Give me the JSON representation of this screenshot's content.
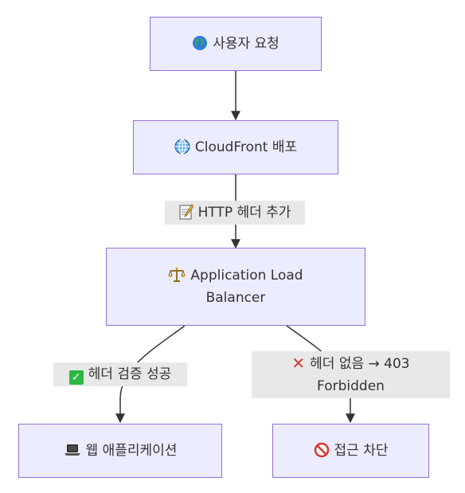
{
  "nodes": {
    "user_request": {
      "icon": "globe-icon",
      "label": "사용자 요청"
    },
    "cloudfront": {
      "icon": "globe-grid-icon",
      "label": "CloudFront 배포"
    },
    "alb": {
      "icon": "scales-icon",
      "label_line1": "Application Load",
      "label_line2": "Balancer"
    },
    "web_app": {
      "icon": "laptop-icon",
      "label": "웹 애플리케이션"
    },
    "access_denied": {
      "icon": "prohibited-icon",
      "label": "접근 차단"
    }
  },
  "edges": {
    "add_header": {
      "icon": "memo-icon",
      "label": "HTTP 헤더 추가"
    },
    "header_ok": {
      "icon": "check-mark-icon",
      "label": "헤더 검증 성공"
    },
    "header_missing": {
      "icon": "cross-mark-icon",
      "label_line1": "헤더 없음 → 403",
      "label_line2": "Forbidden"
    }
  },
  "colors": {
    "node_fill": "#ececff",
    "node_border": "#9370db",
    "edge_line": "#333333",
    "edge_label_bg": "#e8e8e8",
    "check_green": "#2db742",
    "cross_red": "#d63c2a",
    "prohibited_red": "#d8362a"
  }
}
